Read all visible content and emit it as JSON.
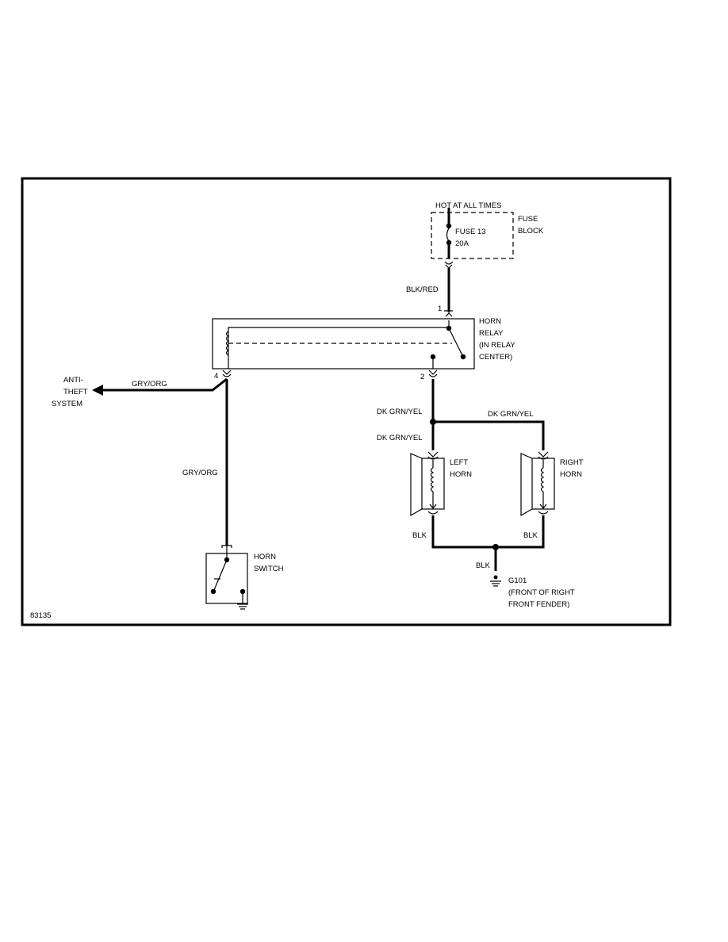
{
  "power": {
    "hot_label": "HOT AT ALL TIMES",
    "fuse": [
      "FUSE 13",
      "20A"
    ],
    "block": [
      "FUSE",
      "BLOCK"
    ]
  },
  "wires": {
    "blk_red": "BLK/RED",
    "gry_org_top": "GRY/ORG",
    "gry_org_vertical": "GRY/ORG",
    "dk_grn_yel_right": "DK GRN/YEL",
    "dk_grn_yel_upper": "DK GRN/YEL",
    "dk_grn_yel_lower": "DK GRN/YEL",
    "blk_left": "BLK",
    "blk_right": "BLK",
    "blk_ground": "BLK"
  },
  "relay": {
    "label": [
      "HORN",
      "RELAY",
      "(IN RELAY",
      "CENTER)"
    ],
    "pin1": "1",
    "pin2": "2",
    "pin4": "4"
  },
  "anti_theft": [
    "ANTI-",
    "THEFT",
    "SYSTEM"
  ],
  "left_horn": [
    "LEFT",
    "HORN"
  ],
  "right_horn": [
    "RIGHT",
    "HORN"
  ],
  "horn_switch": [
    "HORN",
    "SWITCH"
  ],
  "ground": [
    "G101",
    "(FRONT OF RIGHT",
    "FRONT FENDER)"
  ],
  "figure_id": "83135"
}
